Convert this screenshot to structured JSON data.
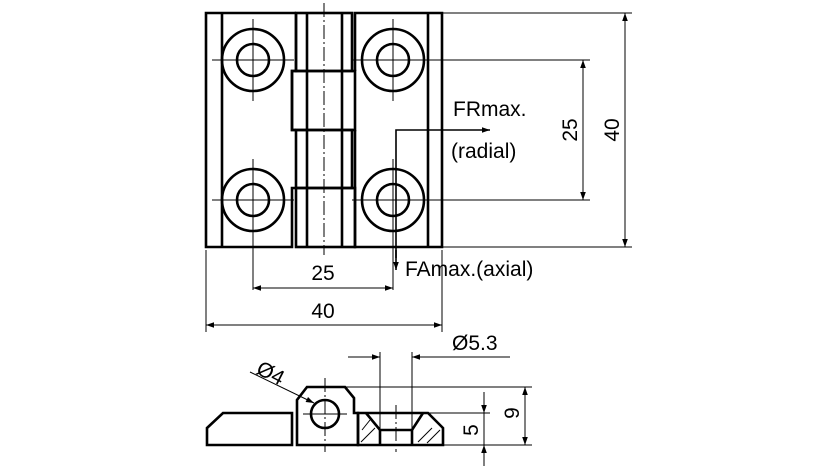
{
  "drawing": {
    "title": "Hinge dimension drawing",
    "front_view": {
      "dim_hole_spacing_horizontal": "25",
      "dim_width": "40",
      "dim_hole_spacing_vertical": "25",
      "dim_height": "40",
      "radial_load_label_line1": "FRmax.",
      "radial_load_label_line2": "(radial)",
      "axial_load_label": "FAmax.(axial)"
    },
    "side_view": {
      "dim_pin_diameter": "Ø4",
      "dim_hole_diameter": "Ø5.3",
      "dim_leaf_thickness": "5",
      "dim_total_thickness": "9"
    }
  }
}
